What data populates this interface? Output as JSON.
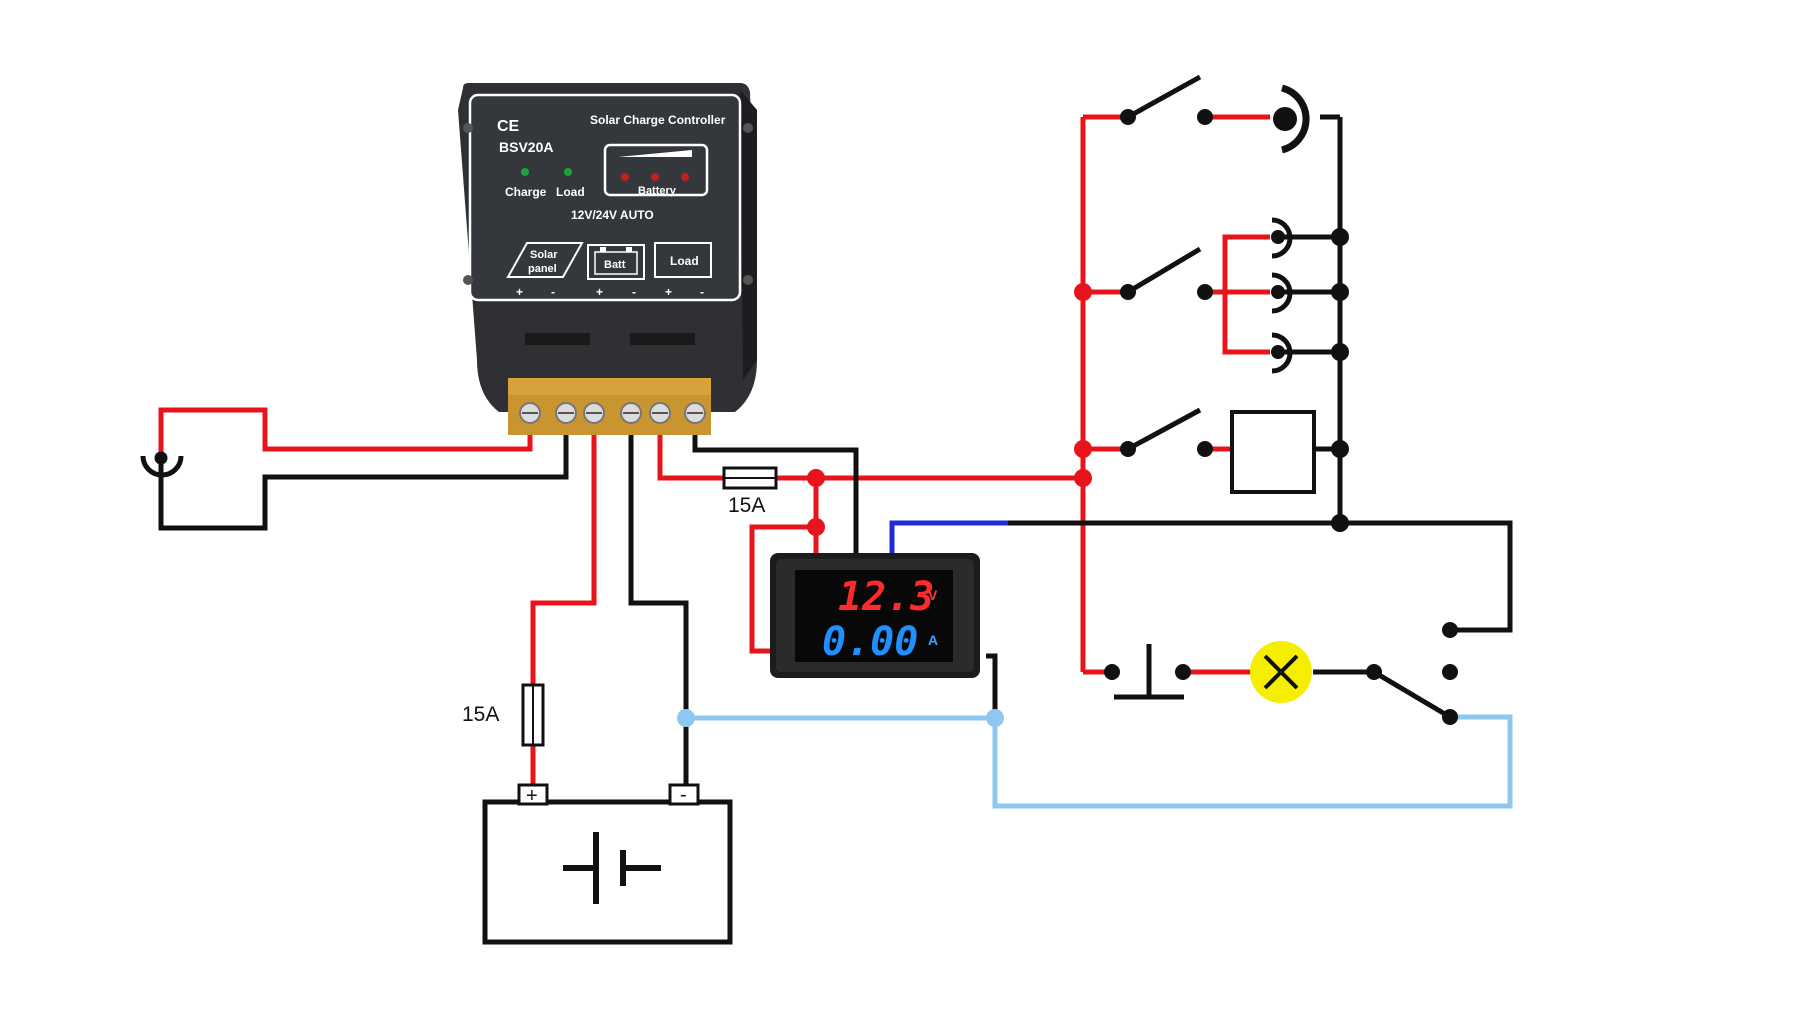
{
  "controller": {
    "brand_mark": "CE",
    "model": "BSV20A",
    "title": "Solar Charge Controller",
    "led_charge_label": "Charge",
    "led_load_label": "Load",
    "battery_label": "Battery",
    "voltage_label": "12V/24V  AUTO",
    "solar_panel_label_1": "Solar",
    "solar_panel_label_2": "panel",
    "batt_label": "Batt",
    "load_label": "Load",
    "plus": "+",
    "minus": "-"
  },
  "fuses": {
    "load_fuse_label": "15A",
    "battery_fuse_label": "15A"
  },
  "meter": {
    "voltage_reading": "12.3",
    "voltage_unit": "V",
    "current_reading": "0.00",
    "current_unit": "A"
  },
  "battery": {
    "plus_terminal": "+",
    "minus_terminal": "-"
  },
  "colors": {
    "positive_wire": "#e8141b",
    "negative_wire": "#111111",
    "signal_wire": "#1f2bd6",
    "return_wire": "#8ec8f0",
    "lamp": "#f5ee00",
    "controller_body": "#2e3033",
    "meter_volt_digits": "#ff2a2a",
    "meter_amp_digits": "#1e90ff"
  }
}
